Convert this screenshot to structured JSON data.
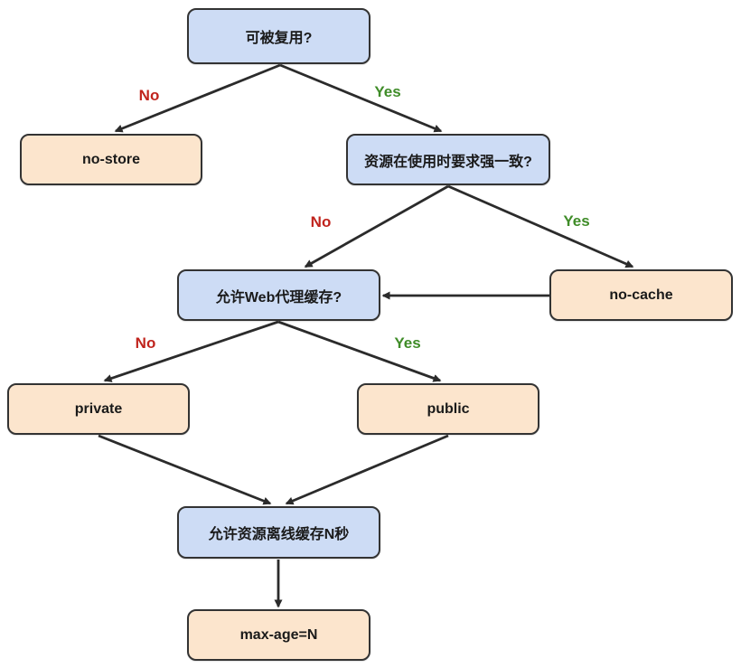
{
  "colors": {
    "decision_fill": "#cddcf5",
    "result_fill": "#fce5cd",
    "border": "#333333",
    "arrow": "#2b2b2b",
    "no": "#c0241d",
    "yes": "#3f8c28"
  },
  "nodes": {
    "reusable": {
      "label": "可被复用?",
      "type": "decision"
    },
    "no_store": {
      "label": "no-store",
      "type": "result"
    },
    "strong_consistency": {
      "label": "资源在使用时要求强一致?",
      "type": "decision"
    },
    "web_proxy": {
      "label": "允许Web代理缓存?",
      "type": "decision"
    },
    "no_cache": {
      "label": "no-cache",
      "type": "result"
    },
    "private": {
      "label": "private",
      "type": "result"
    },
    "public": {
      "label": "public",
      "type": "result"
    },
    "offline_cache": {
      "label": "允许资源离线缓存N秒",
      "type": "decision"
    },
    "max_age": {
      "label": "max-age=N",
      "type": "result"
    }
  },
  "edges": [
    {
      "from": "可被复用?",
      "to": "no-store",
      "label": "No"
    },
    {
      "from": "可被复用?",
      "to": "资源在使用时要求强一致?",
      "label": "Yes"
    },
    {
      "from": "资源在使用时要求强一致?",
      "to": "允许Web代理缓存?",
      "label": "No"
    },
    {
      "from": "资源在使用时要求强一致?",
      "to": "no-cache",
      "label": "Yes"
    },
    {
      "from": "no-cache",
      "to": "允许Web代理缓存?",
      "label": ""
    },
    {
      "from": "允许Web代理缓存?",
      "to": "private",
      "label": "No"
    },
    {
      "from": "允许Web代理缓存?",
      "to": "public",
      "label": "Yes"
    },
    {
      "from": "private",
      "to": "允许资源离线缓存N秒",
      "label": ""
    },
    {
      "from": "public",
      "to": "允许资源离线缓存N秒",
      "label": ""
    },
    {
      "from": "允许资源离线缓存N秒",
      "to": "max-age=N",
      "label": ""
    }
  ]
}
